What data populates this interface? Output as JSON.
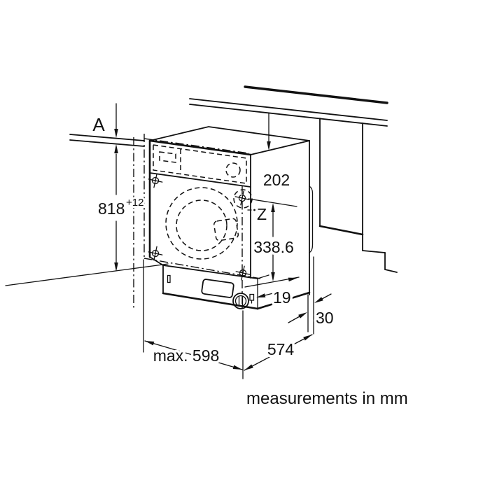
{
  "diagram": {
    "title_hint": "built-under appliance installation drawing",
    "background": "#ffffff",
    "line_color": "#111111",
    "footnote": "measurements in mm",
    "dimensions": {
      "niche_gap": "A",
      "niche_height": "818",
      "niche_height_tolerance": "+12",
      "top_clearance": "202",
      "z_reference": "Z",
      "z_height": "338.6",
      "plinth_offset": "19",
      "rear_clearance": "30",
      "depth": "574",
      "max_width": "max. 598"
    }
  }
}
